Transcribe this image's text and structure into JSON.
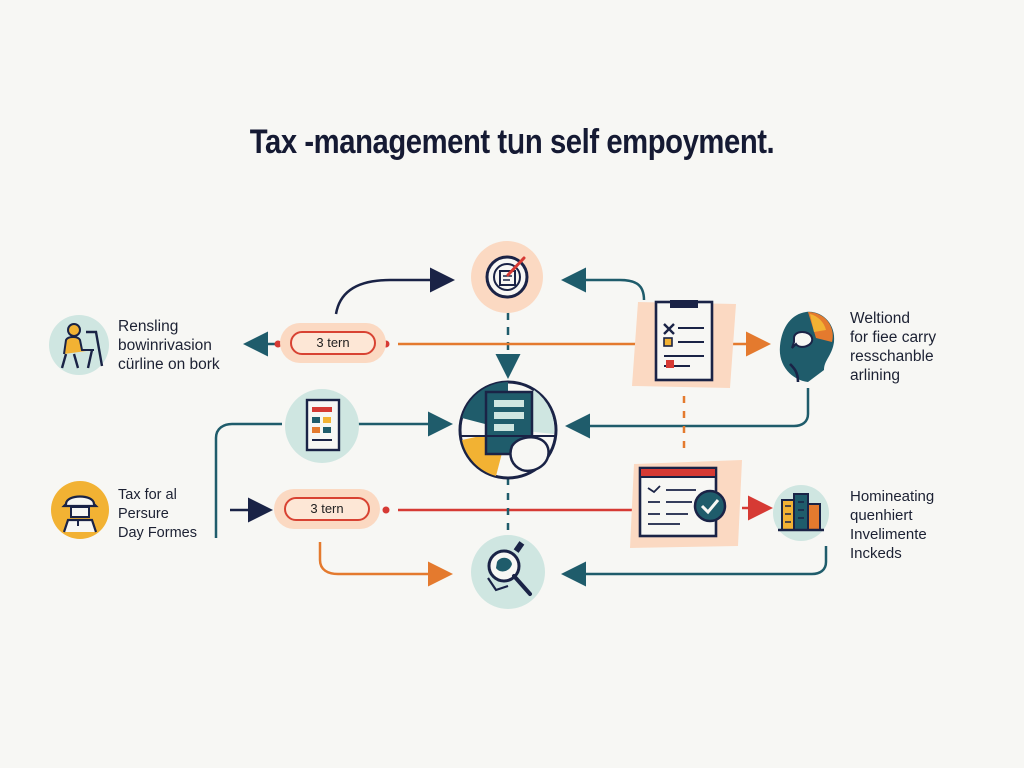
{
  "title": "Tax -management tսn self empoyment.",
  "colors": {
    "navy": "#1a2346",
    "teal": "#1f5c6b",
    "orange": "#e47a2e",
    "red": "#d63a34",
    "peach": "#fbd9c2",
    "mint": "#d9ece6",
    "yellow": "#f2b233"
  },
  "left_top_label": [
    "Rensling",
    "bowinrivasion",
    "cürline on bork"
  ],
  "left_bottom_label": [
    "Tax for al",
    "Persure",
    "Day Formes"
  ],
  "right_top_label": [
    "Weltiond",
    "for fiee carry",
    "resschanble",
    "arlining"
  ],
  "right_bottom_label": [
    "Homineating",
    "quenhiert",
    "Invelimente",
    "Inckeds"
  ],
  "pill_top": "3 tern",
  "pill_bottom": "3 tern",
  "icons": {
    "left_top": "worker-at-desk-icon",
    "left_bottom": "hard-hat-worker-icon",
    "top_center": "target-document-icon",
    "center": "central-hub-document-icon",
    "small_doc": "small-document-icon",
    "clipboard": "clipboard-checklist-icon",
    "browser": "browser-checkmark-icon",
    "search": "magnifier-search-icon",
    "head": "profile-head-icon",
    "buildings": "buildings-chart-icon"
  }
}
